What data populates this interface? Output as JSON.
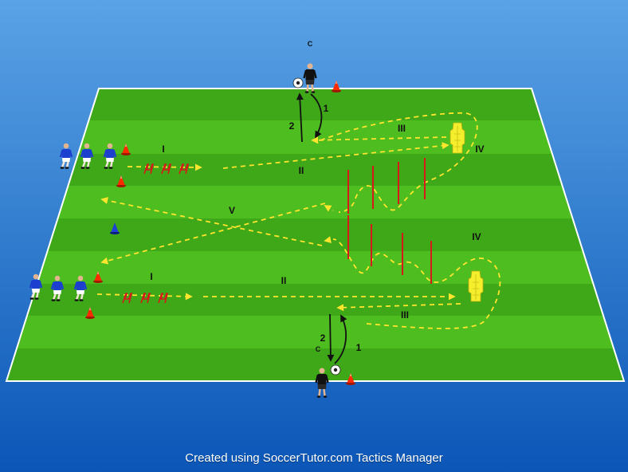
{
  "colors": {
    "background_top": "#5aa3e6",
    "background_bottom": "#0b56b7",
    "grass_light": "#4dbd1f",
    "grass_dark": "#2f9a10",
    "line_white": "#ffffff",
    "arrow_yellow": "#ffe52e",
    "pole_red": "#d61a1a",
    "cone_red": "#ff2a00",
    "cone_blue": "#1f3fd6",
    "player_shirt": "#1c3fd0",
    "coach_kit": "#111111",
    "dummy_yellow": "#f5ee2c"
  },
  "footer": {
    "text": "Created using SoccerTutor.com Tactics Manager"
  },
  "labels": {
    "coach_top": "C",
    "coach_bottom": "C",
    "top_one": "1",
    "top_two": "2",
    "bottom_one": "1",
    "bottom_two": "2",
    "top_i": "I",
    "top_ii": "II",
    "top_iii": "III",
    "top_iv": "IV",
    "v": "V",
    "bottom_i": "I",
    "bottom_ii": "II",
    "bottom_iii": "III",
    "bottom_iv": "IV"
  },
  "icons": {
    "coach": "coach-figure",
    "player": "player-figure",
    "ball": "soccer-ball",
    "cone": "training-cone",
    "pole": "slalom-pole",
    "dummy": "mannequin-dummy",
    "hurdle": "speed-hurdle"
  }
}
